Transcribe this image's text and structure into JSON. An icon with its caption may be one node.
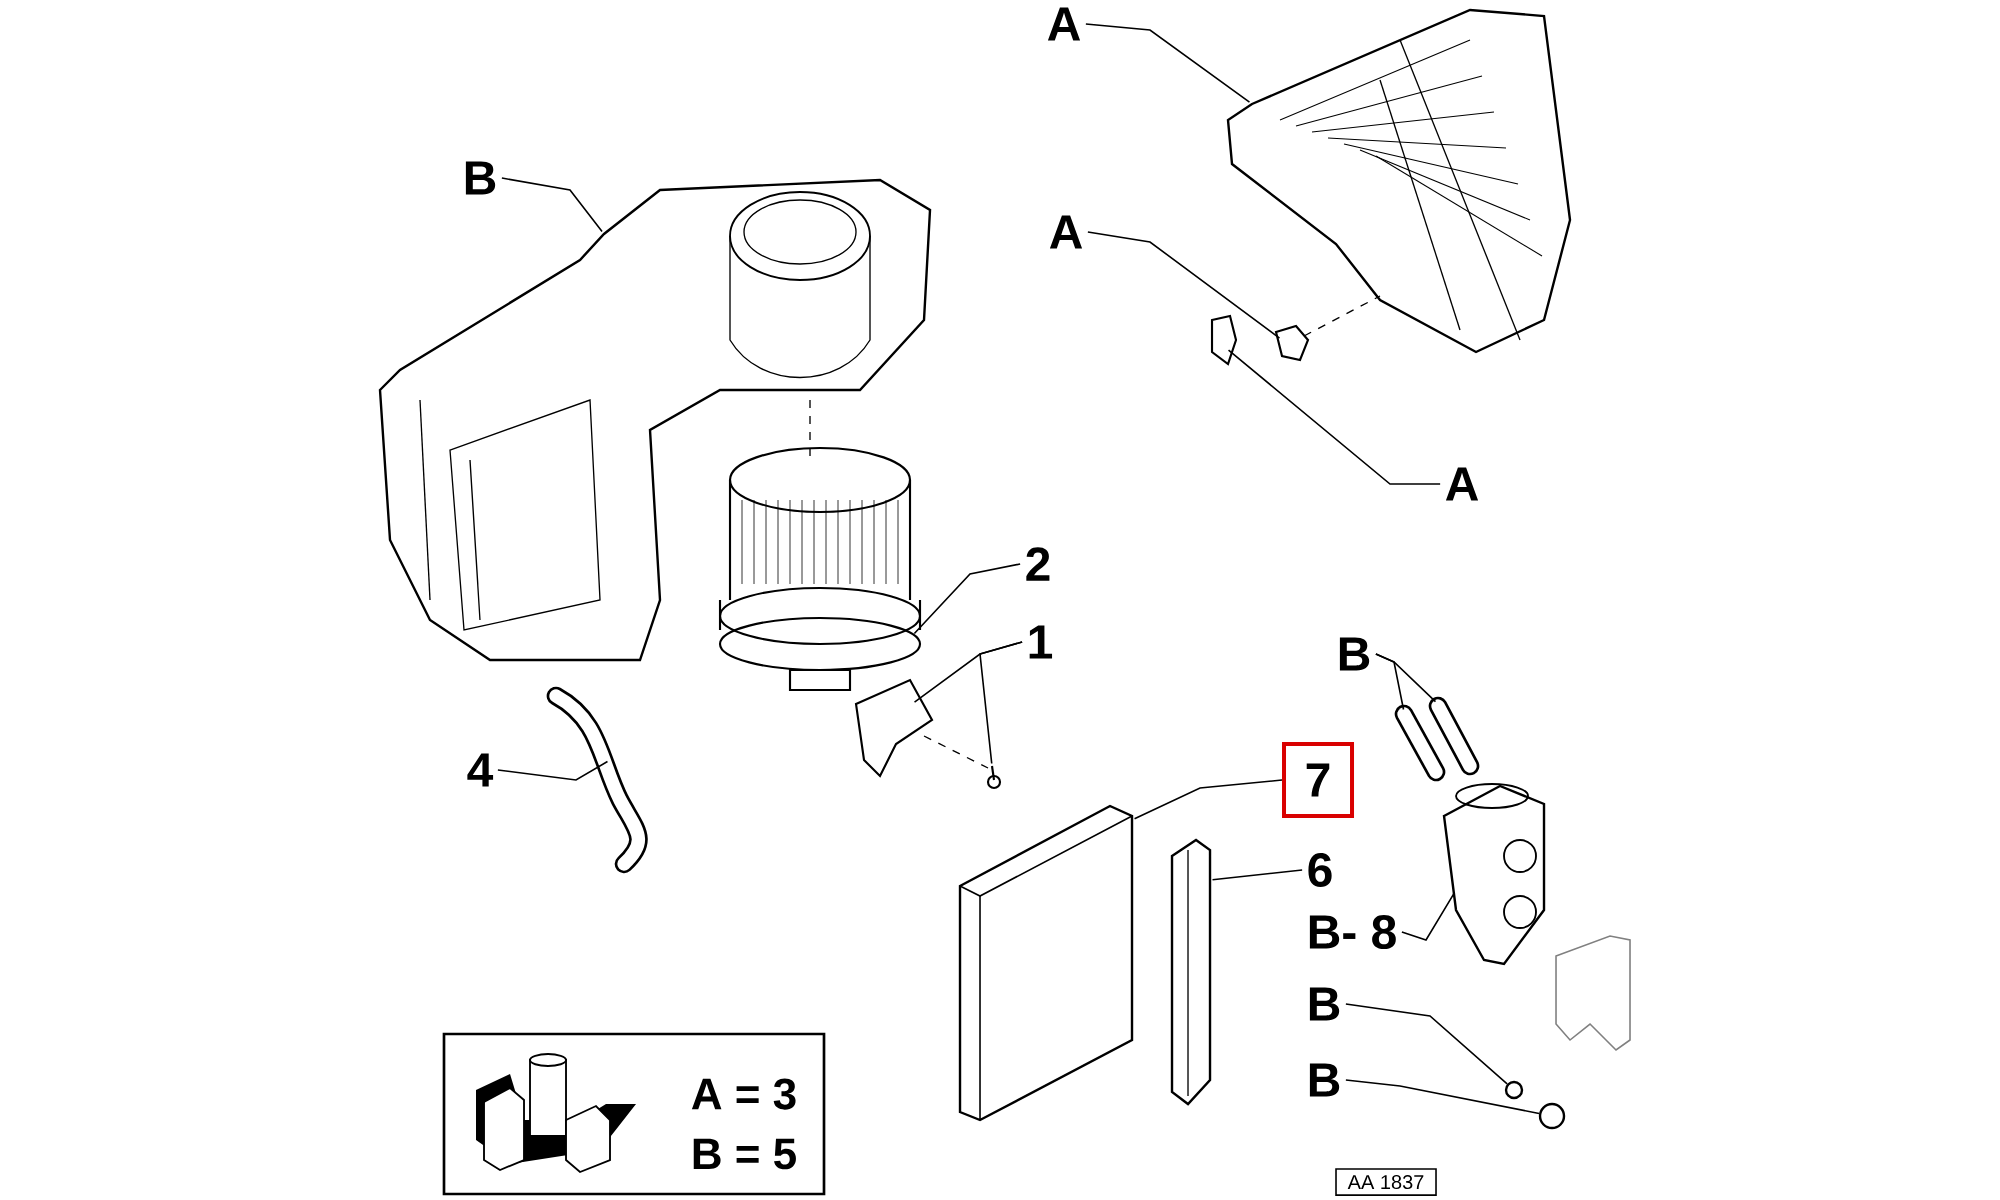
{
  "diagram": {
    "nodes": [
      {
        "text": [
          "A"
        ]
      },
      {
        "text": [],
        "shape": "picture"
      },
      {
        "text": [
          "A"
        ]
      },
      {
        "text": [],
        "shape": "picture"
      },
      {
        "text": [
          "A"
        ]
      },
      {
        "text": [],
        "shape": "picture"
      },
      {
        "text": [
          "B"
        ]
      },
      {
        "text": [],
        "shape": "picture"
      },
      {
        "text": [
          "2"
        ]
      },
      {
        "text": [],
        "shape": "picture"
      },
      {
        "text": [
          "1"
        ]
      },
      {
        "text": [],
        "shape": "picture"
      },
      {
        "text": [],
        "shape": "picture"
      },
      {
        "text": [
          "4"
        ]
      },
      {
        "text": [],
        "shape": "picture"
      },
      {
        "text": [
          "7"
        ]
      },
      {
        "text": [],
        "shape": "picture"
      },
      {
        "text": [
          "6"
        ]
      },
      {
        "text": [],
        "shape": "picture"
      },
      {
        "text": [
          "B"
        ]
      },
      {
        "text": [],
        "shape": "picture"
      },
      {
        "text": [],
        "shape": "picture"
      },
      {
        "text": [
          "B- 8"
        ]
      },
      {
        "text": [],
        "shape": "picture"
      },
      {
        "text": [
          "B"
        ]
      },
      {
        "text": [],
        "shape": "circle"
      },
      {
        "text": [
          "B"
        ]
      },
      {
        "text": [],
        "shape": "circle"
      },
      {
        "text": [
          "A = 3",
          "B = 5"
        ]
      },
      {
        "text": [
          "AA 1837"
        ]
      }
    ],
    "edges": [
      {
        "from": 0,
        "to": 1,
        "arrow": "none"
      },
      {
        "from": 2,
        "to": 3,
        "arrow": "none"
      },
      {
        "from": 4,
        "to": 5,
        "arrow": "none"
      },
      {
        "from": 6,
        "to": 7,
        "arrow": "none"
      },
      {
        "from": 8,
        "to": 9,
        "arrow": "none"
      },
      {
        "from": 10,
        "to": 11,
        "arrow": "none"
      },
      {
        "from": 10,
        "to": 12,
        "arrow": "none"
      },
      {
        "from": 13,
        "to": 14,
        "arrow": "none"
      },
      {
        "from": 15,
        "to": 16,
        "arrow": "none"
      },
      {
        "from": 17,
        "to": 18,
        "arrow": "none"
      },
      {
        "from": 19,
        "to": 20,
        "arrow": "none"
      },
      {
        "from": 19,
        "to": 21,
        "arrow": "none"
      },
      {
        "from": 22,
        "to": 23,
        "arrow": "none"
      },
      {
        "from": 24,
        "to": 25,
        "arrow": "none"
      },
      {
        "from": 26,
        "to": 27,
        "arrow": "none"
      },
      {
        "from": 3,
        "to": 1,
        "arrow": "none",
        "style": "dashed"
      },
      {
        "from": 11,
        "to": 12,
        "arrow": "none",
        "style": "dashed"
      },
      {
        "from": 7,
        "to": 9,
        "arrow": "none",
        "style": "dashed"
      }
    ]
  }
}
